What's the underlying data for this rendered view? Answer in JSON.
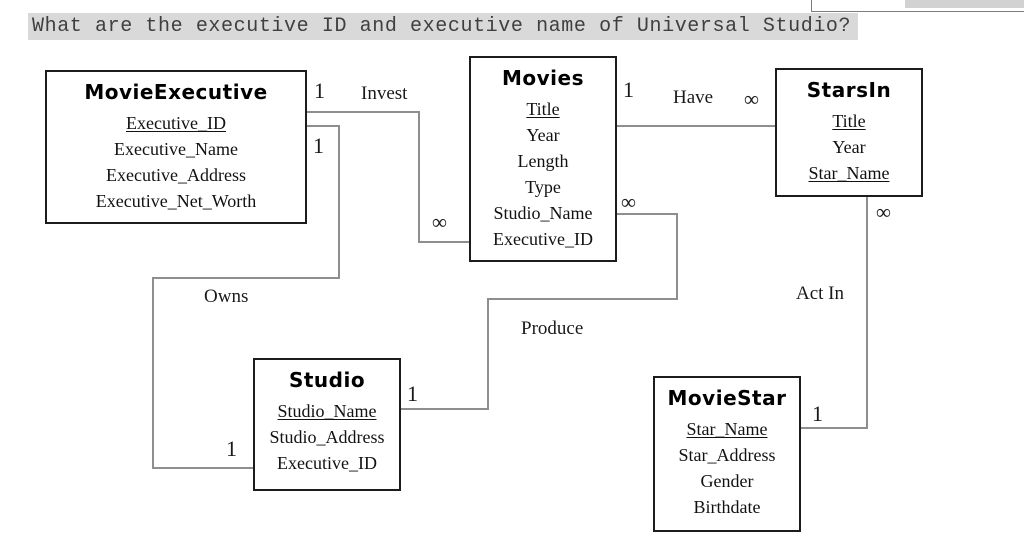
{
  "question": {
    "text": "What are the executive ID and executive name of Universal Studio?"
  },
  "diagram": {
    "entities": [
      {
        "name": "MovieExecutive",
        "attributes": [
          {
            "label": "Executive_ID",
            "is_key": true
          },
          {
            "label": "Executive_Name",
            "is_key": false
          },
          {
            "label": "Executive_Address",
            "is_key": false
          },
          {
            "label": "Executive_Net_Worth",
            "is_key": false
          }
        ]
      },
      {
        "name": "Movies",
        "attributes": [
          {
            "label": "Title",
            "is_key": true
          },
          {
            "label": "Year",
            "is_key": false
          },
          {
            "label": "Length",
            "is_key": false
          },
          {
            "label": "Type",
            "is_key": false
          },
          {
            "label": "Studio_Name",
            "is_key": false
          },
          {
            "label": "Executive_ID",
            "is_key": false
          }
        ]
      },
      {
        "name": "StarsIn",
        "attributes": [
          {
            "label": "Title",
            "is_key": true
          },
          {
            "label": "Year",
            "is_key": false
          },
          {
            "label": "Star_Name",
            "is_key": true
          }
        ]
      },
      {
        "name": "Studio",
        "attributes": [
          {
            "label": "Studio_Name",
            "is_key": true
          },
          {
            "label": "Studio_Address",
            "is_key": false
          },
          {
            "label": "Executive_ID",
            "is_key": false
          }
        ]
      },
      {
        "name": "MovieStar",
        "attributes": [
          {
            "label": "Star_Name",
            "is_key": true
          },
          {
            "label": "Star_Address",
            "is_key": false
          },
          {
            "label": "Gender",
            "is_key": false
          },
          {
            "label": "Birthdate",
            "is_key": false
          }
        ]
      }
    ],
    "relationships": [
      {
        "label": "Invest",
        "cards": [
          "1",
          "∞"
        ]
      },
      {
        "label": "Have",
        "cards": [
          "1",
          "∞"
        ]
      },
      {
        "label": "Owns",
        "cards": [
          "1",
          "1"
        ]
      },
      {
        "label": "Produce",
        "cards": [
          "∞",
          "1"
        ]
      },
      {
        "label": "Act In",
        "cards": [
          "∞",
          "1"
        ]
      }
    ],
    "line_color": "#8e8e8e",
    "border_color": "#1c1c1c",
    "highlight_color": "#d9d9d9"
  }
}
